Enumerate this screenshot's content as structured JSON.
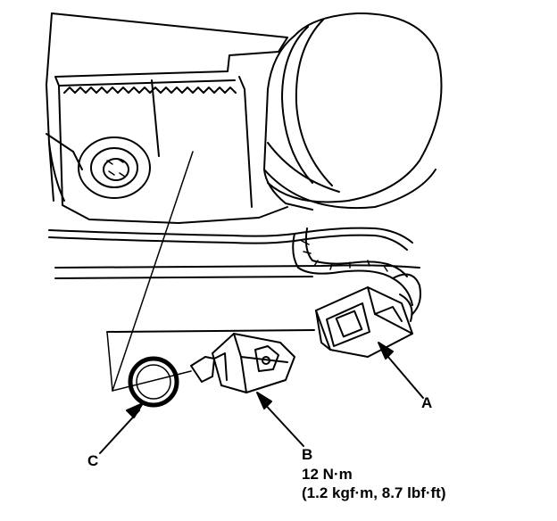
{
  "labels": {
    "a": "A",
    "b": "B",
    "c": "C"
  },
  "torque": {
    "nm": "12 N·m",
    "alt": "(1.2 kgf·m, 8.7 lbf·ft)"
  },
  "colors": {
    "line": "#000000",
    "background": "#ffffff"
  }
}
